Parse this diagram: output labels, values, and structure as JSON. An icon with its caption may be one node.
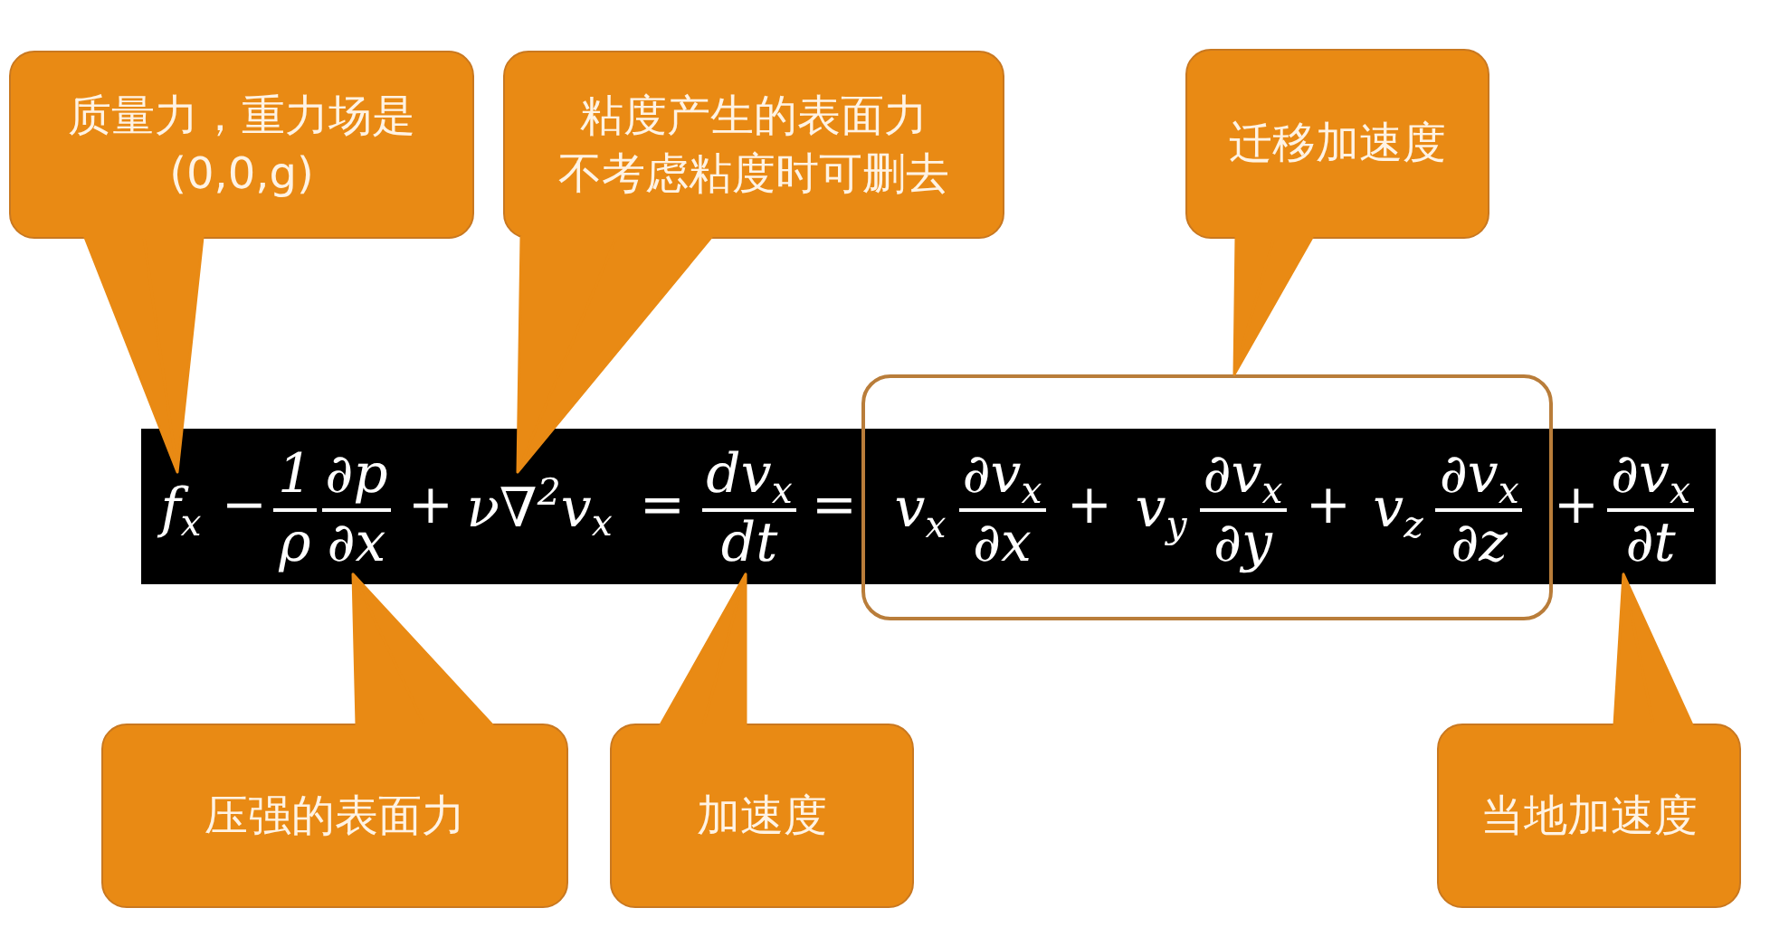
{
  "diagram": {
    "nodes": [
      {
        "text": [
          "质量力，重力场是(0,0,g)"
        ]
      },
      {
        "text": [
          "粘度产生的表面力不考虑粘度时可删去"
        ]
      },
      {
        "text": [
          "迁移加速度"
        ]
      },
      {
        "text": [],
        "shape": "box"
      },
      {
        "text": [
          "f$_{x}$"
        ],
        "in": 3
      },
      {
        "text": [
          "1",
          "ρ"
        ],
        "in": 3
      },
      {
        "text": [
          "∂p",
          "∂x"
        ],
        "in": 3
      },
      {
        "text": [
          "ν∇$^{2}$v$_{x}$"
        ],
        "in": 3
      },
      {
        "text": [
          "dv$_{x}$",
          "dt"
        ],
        "in": 3
      },
      {
        "text": [],
        "shape": "box"
      },
      {
        "text": [
          "v$_{x}$",
          "∂v$_{x}$",
          "∂x"
        ]
      },
      {
        "text": [
          "v$_{y}$",
          "∂v$_{x}$",
          "∂y"
        ]
      },
      {
        "text": [
          "v$_{z}$",
          "∂v$_{x}$",
          "∂z"
        ]
      },
      {
        "text": [
          "∂v$_{x}$",
          "∂t"
        ],
        "in": 3
      },
      {
        "text": [
          "压强的表面力"
        ]
      },
      {
        "text": [
          "加速度"
        ]
      },
      {
        "text": [
          "当地加速度"
        ]
      }
    ],
    "edges": [
      {
        "from": 0,
        "to": 4,
        "arrow": "none"
      },
      {
        "from": 1,
        "to": 7,
        "arrow": "none"
      },
      {
        "from": 2,
        "to": 9,
        "arrow": "none"
      },
      {
        "from": 14,
        "to": 6,
        "arrow": "none"
      },
      {
        "from": 15,
        "to": 8,
        "arrow": "none"
      },
      {
        "from": 16,
        "to": 13,
        "arrow": "none"
      }
    ],
    "labels": [
      "−",
      "+",
      "=",
      "=",
      "+",
      "+",
      "+"
    ]
  }
}
